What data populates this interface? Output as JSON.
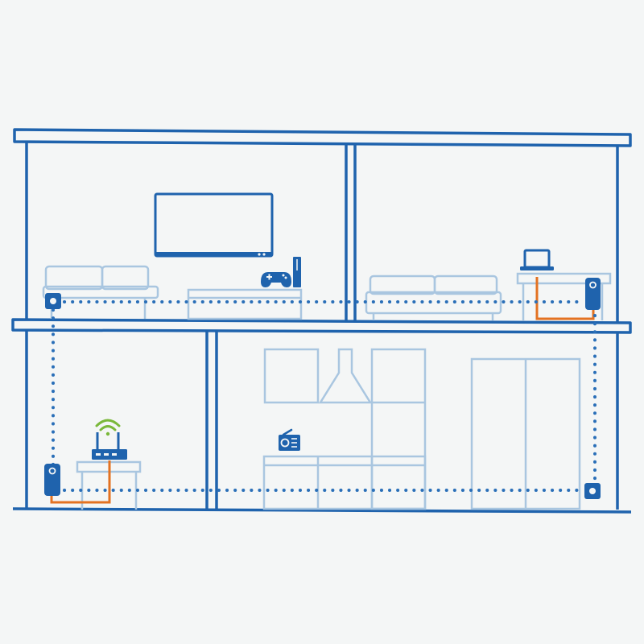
{
  "colors": {
    "background": "#f4f6f6",
    "structure": "#1f63ad",
    "furniture": "#a9c6e0",
    "device": "#1f63ad",
    "powerline": "#2a6fb8",
    "ethernet": "#e37222",
    "wifi": "#7ab83a"
  },
  "diagram": {
    "type": "powerline-network-house-illustration",
    "rooms": [
      {
        "name": "living-room",
        "floor": "upper",
        "items": [
          "tv-icon",
          "sofa-icon",
          "tv-stand-icon",
          "game-controller-icon",
          "game-console-icon"
        ]
      },
      {
        "name": "bedroom",
        "floor": "upper",
        "items": [
          "bed-icon",
          "desk-icon",
          "laptop-icon"
        ]
      },
      {
        "name": "office",
        "floor": "lower",
        "items": [
          "desk-icon",
          "wifi-router-icon",
          "wifi-signal-icon"
        ]
      },
      {
        "name": "kitchen",
        "floor": "lower",
        "items": [
          "kitchen-cabinets-icon",
          "range-hood-icon",
          "radio-icon",
          "wardrobe-icon"
        ]
      }
    ],
    "adapters": [
      {
        "name": "adapter-upper-left",
        "style": "outlet"
      },
      {
        "name": "adapter-upper-right",
        "style": "plug"
      },
      {
        "name": "adapter-lower-left",
        "style": "plug"
      },
      {
        "name": "adapter-lower-right",
        "style": "outlet"
      }
    ],
    "connections": [
      {
        "from": "adapter-upper-left",
        "to": "adapter-upper-right",
        "medium": "powerline"
      },
      {
        "from": "adapter-upper-left",
        "to": "adapter-lower-left",
        "medium": "powerline"
      },
      {
        "from": "adapter-lower-left",
        "to": "adapter-lower-right",
        "medium": "powerline"
      },
      {
        "from": "adapter-upper-right",
        "to": "adapter-lower-right",
        "medium": "powerline"
      },
      {
        "from": "adapter-upper-right",
        "to": "laptop-icon",
        "medium": "ethernet"
      },
      {
        "from": "adapter-lower-left",
        "to": "wifi-router-icon",
        "medium": "ethernet"
      }
    ]
  }
}
